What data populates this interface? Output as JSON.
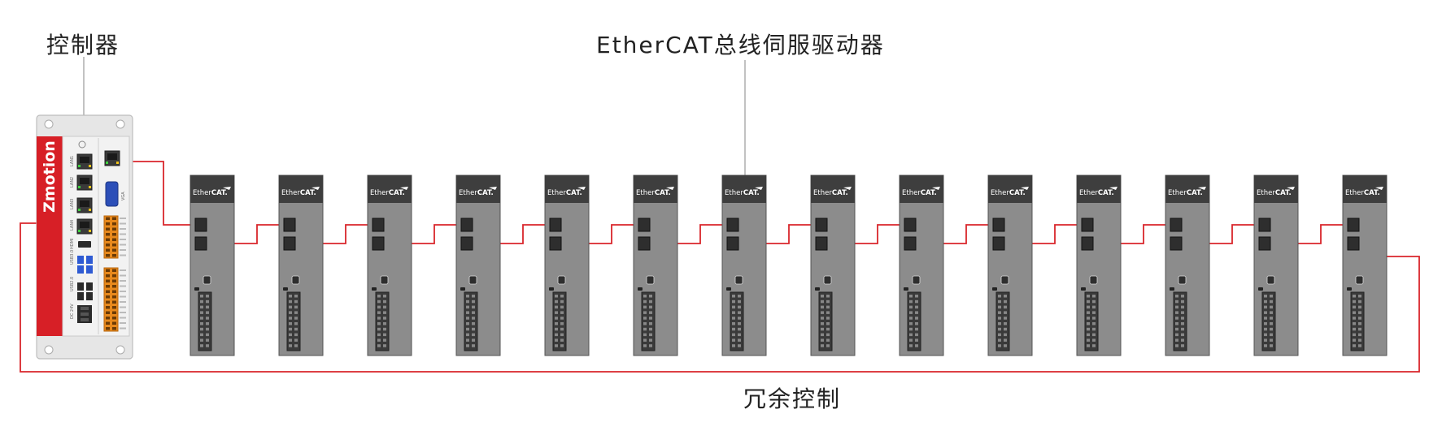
{
  "labels": {
    "controller": "控制器",
    "servo_drives": "EtherCAT总线伺服驱动器",
    "redundant_control": "冗余控制"
  },
  "controller": {
    "brand": "Zmotion",
    "port_labels": [
      "LAN1",
      "LAN2",
      "LAN3",
      "LAN4",
      "HDMI",
      "USB3.0",
      "USB2.0",
      "DC 24V"
    ],
    "vga_label": "VGA"
  },
  "drive": {
    "count": 14,
    "brand_prefix": "Ether",
    "brand_suffix": "CAT."
  },
  "colors": {
    "cable": "#d9262b",
    "controller_red": "#d71f26",
    "drive_body": "#8c8c8c",
    "drive_header": "#3e3e3e",
    "leader_line": "#9a9a9a"
  }
}
